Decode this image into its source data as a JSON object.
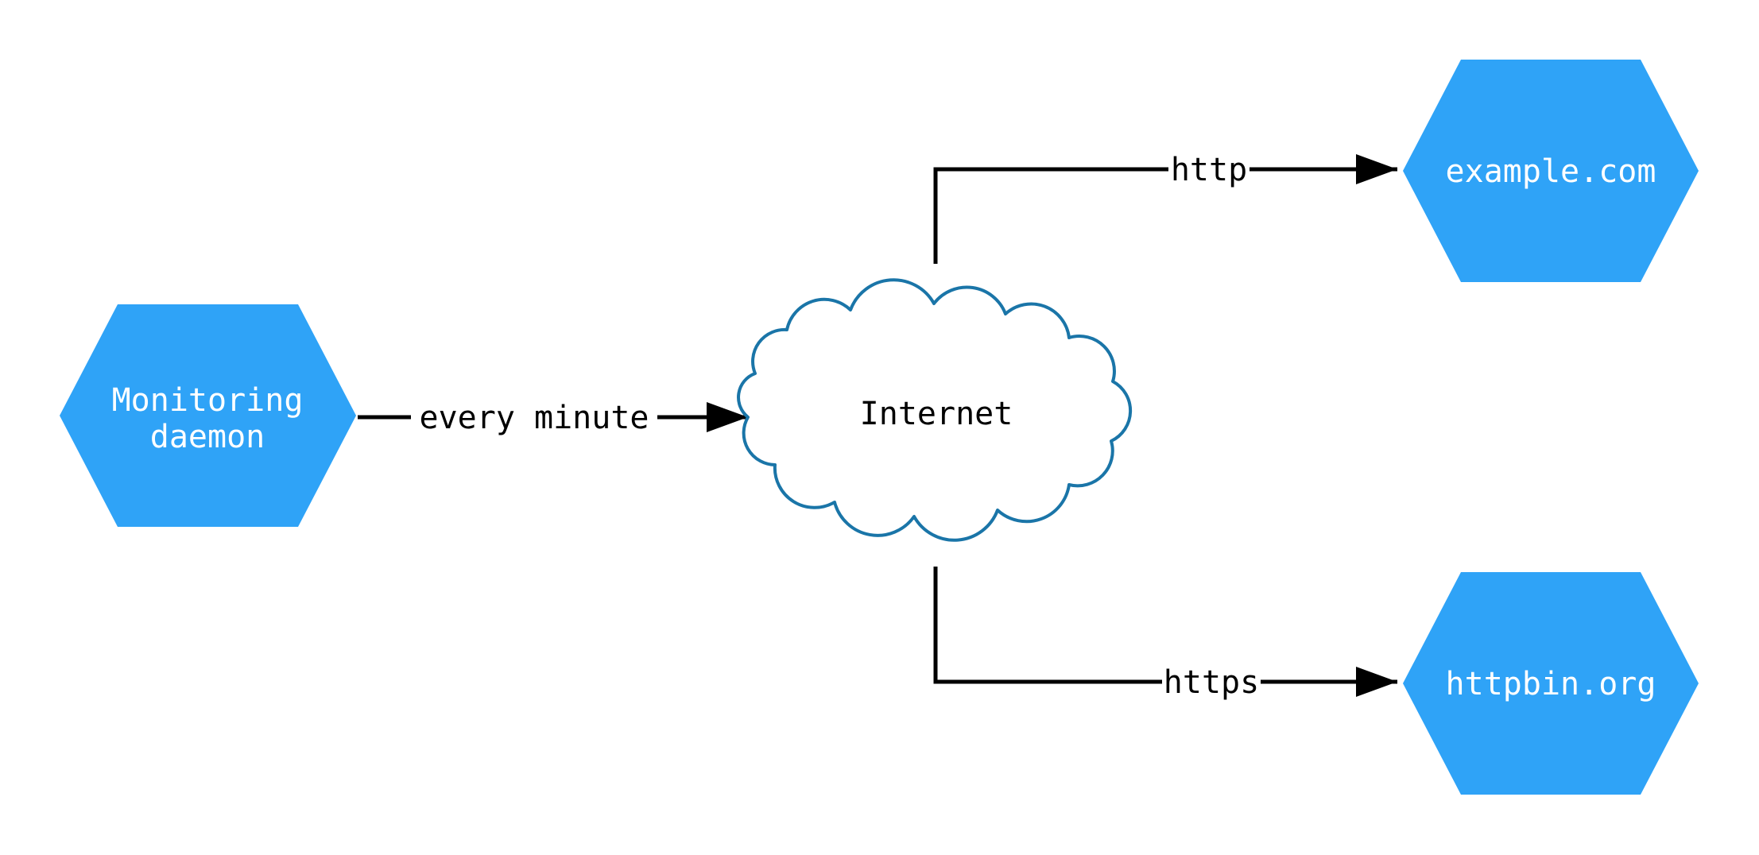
{
  "diagram": {
    "nodes": {
      "monitoring": {
        "label_lines": [
          "Monitoring",
          "daemon"
        ]
      },
      "internet": {
        "label": "Internet"
      },
      "example": {
        "label": "example.com"
      },
      "httpbin": {
        "label": "httpbin.org"
      }
    },
    "edges": {
      "every_minute": {
        "label": "every minute"
      },
      "http": {
        "label": "http"
      },
      "https": {
        "label": "https"
      }
    }
  },
  "colors": {
    "background": "#ffffff",
    "hexagon_fill": "#2fa3f7",
    "hexagon_text": "#ffffff",
    "cloud_fill": "#ffffff",
    "cloud_stroke": "#1a75a8",
    "edge": "#000000",
    "edge_label_text": "#000000",
    "internet_text": "#000000"
  }
}
